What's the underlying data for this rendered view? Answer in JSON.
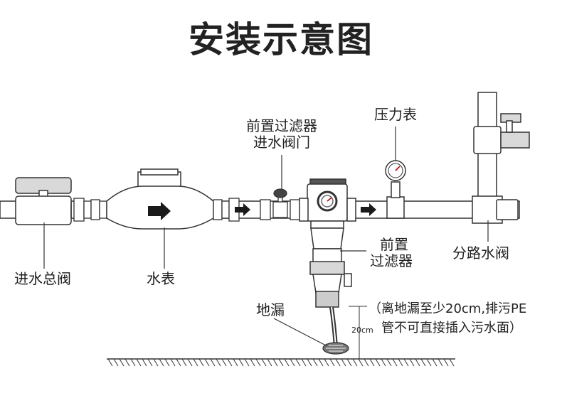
{
  "title": "安装示意图",
  "labels": {
    "prefilter_inlet_valve_line1": "前置过滤器",
    "prefilter_inlet_valve_line2": "进水阀门",
    "pressure_gauge": "压力表",
    "main_inlet_valve": "进水总阀",
    "water_meter": "水表",
    "prefilter_line1": "前置",
    "prefilter_line2": "过滤器",
    "branch_valve": "分路水阀",
    "floor_drain": "地漏",
    "height_mark": "20cm",
    "note_line1": "（离地漏至少20cm,排污PE",
    "note_line2": "管不可直接插入污水面）"
  }
}
